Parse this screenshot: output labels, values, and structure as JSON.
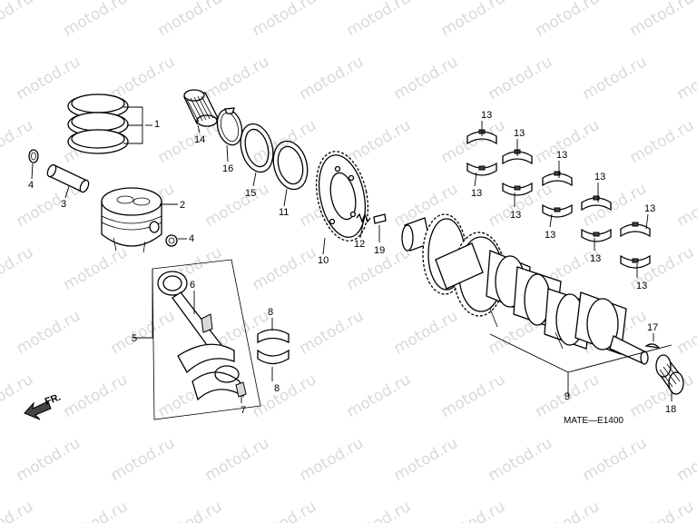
{
  "watermark": "motod.ru",
  "diagram_code": "MATE—E1400",
  "direction_label": "FR.",
  "callouts": [
    "1",
    "2",
    "3",
    "4",
    "4",
    "5",
    "6",
    "7",
    "8",
    "8",
    "9",
    "10",
    "11",
    "12",
    "13",
    "13",
    "13",
    "13",
    "13",
    "13",
    "13",
    "13",
    "13",
    "13",
    "14",
    "15",
    "16",
    "17",
    "18",
    "19"
  ]
}
